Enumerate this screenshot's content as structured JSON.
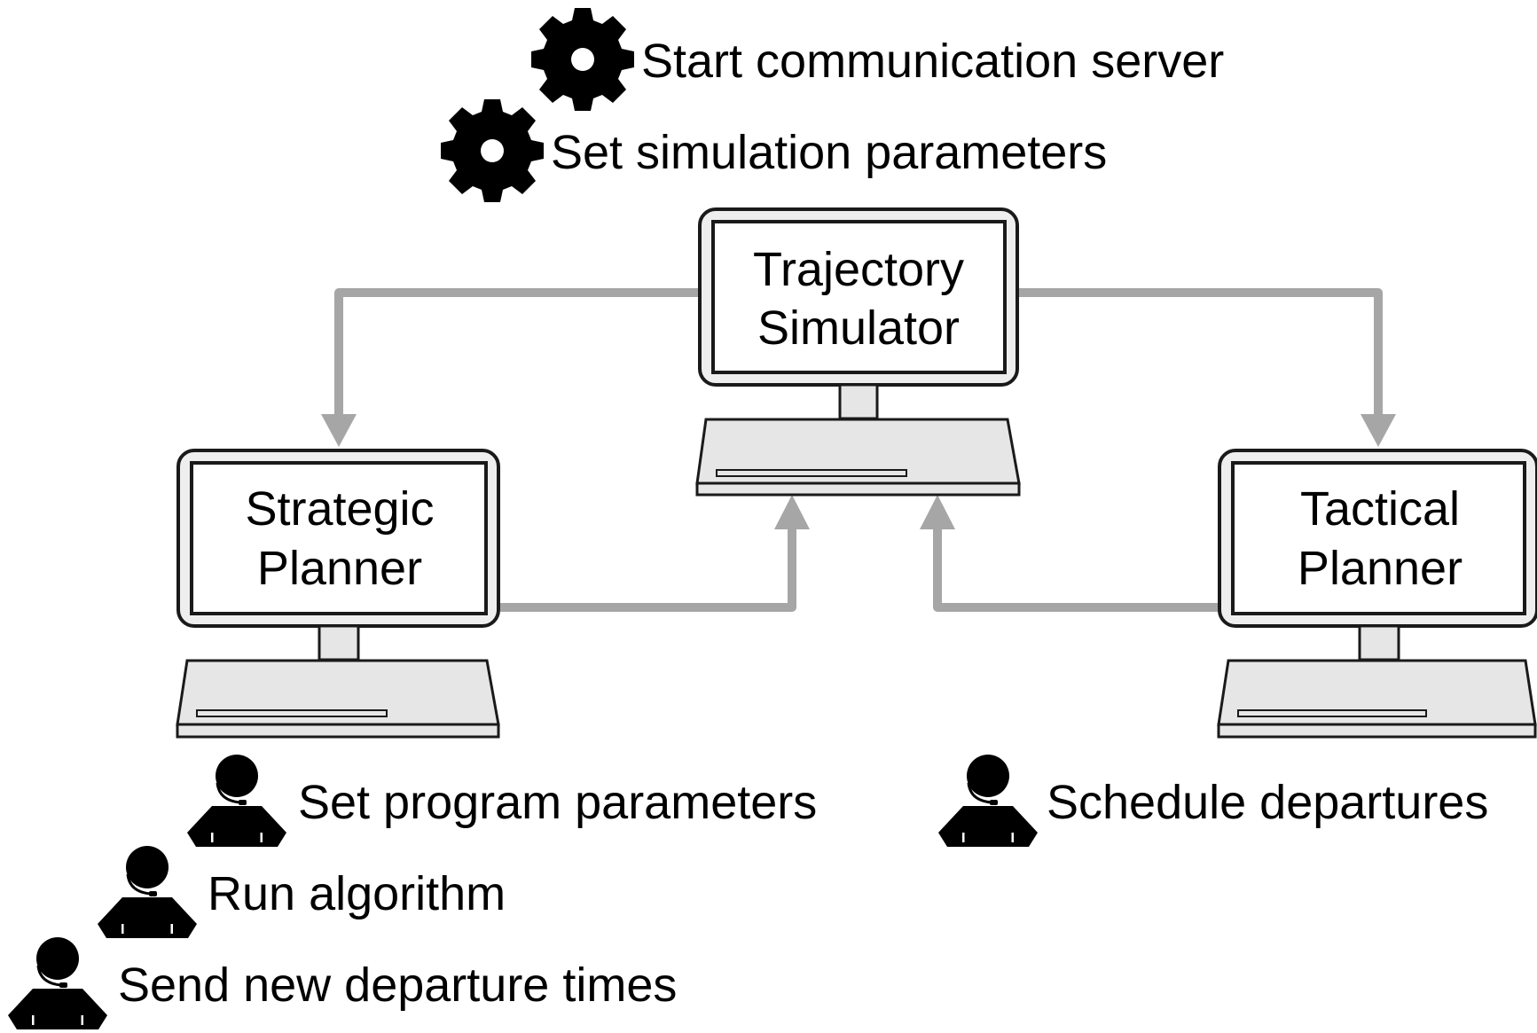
{
  "computers": {
    "trajectory_simulator": {
      "line1": "Trajectory",
      "line2": "Simulator"
    },
    "strategic_planner": {
      "line1": "Strategic",
      "line2": "Planner"
    },
    "tactical_planner": {
      "line1": "Tactical",
      "line2": "Planner"
    }
  },
  "system_tasks": [
    {
      "label": "Start communication server",
      "icon": "gear-icon"
    },
    {
      "label": "Set simulation parameters",
      "icon": "gear-icon"
    }
  ],
  "strategic_tasks": [
    {
      "label": "Set program parameters",
      "icon": "user-headset-icon"
    },
    {
      "label": "Run algorithm",
      "icon": "user-headset-icon"
    },
    {
      "label": "Send new departure times",
      "icon": "user-headset-icon"
    }
  ],
  "tactical_tasks": [
    {
      "label": "Schedule departures",
      "icon": "user-headset-icon"
    }
  ],
  "colors": {
    "arrow": "#a6a6a6",
    "outline": "#1a1a1a",
    "screen_frame": "#eeeeee",
    "keyboard": "#e6e6e6",
    "icon": "#000000"
  }
}
